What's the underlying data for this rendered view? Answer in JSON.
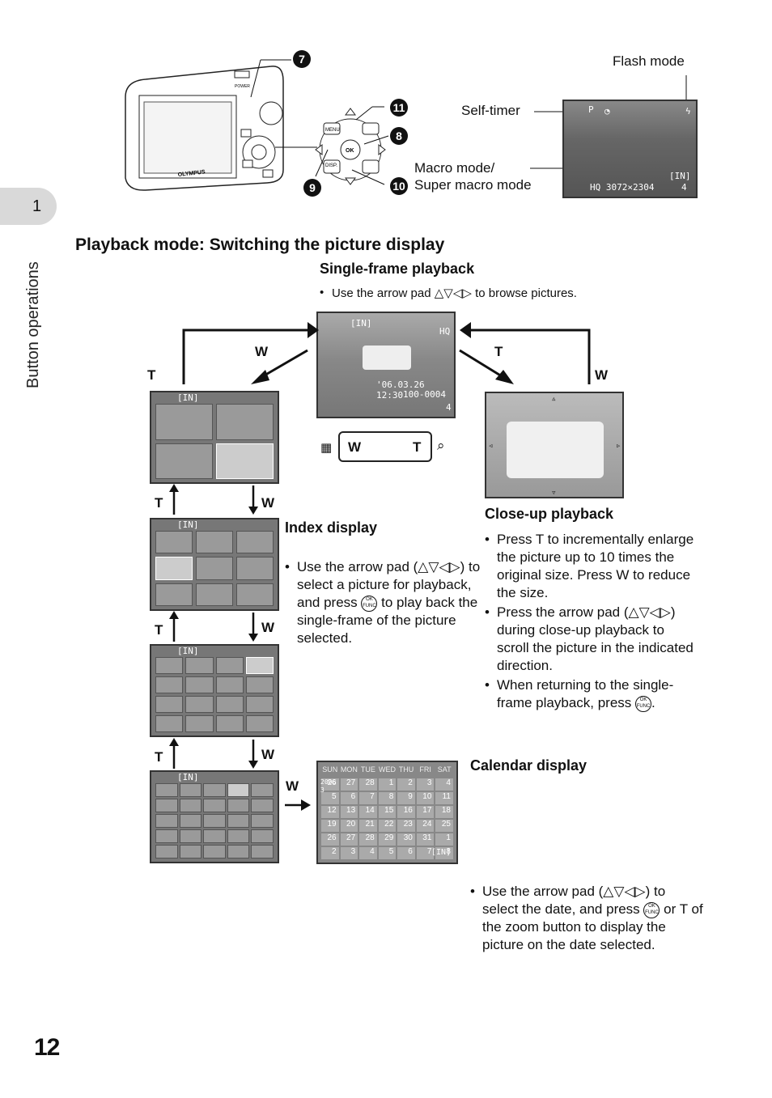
{
  "page": {
    "number": "12"
  },
  "side_tab": {
    "chapter": "1",
    "section": "Button operations"
  },
  "camera_top": {
    "callouts": [
      "7",
      "11",
      "8",
      "9",
      "10"
    ],
    "labels": {
      "flash": "Flash mode",
      "self_timer": "Self-timer",
      "macro_1": "Macro mode/",
      "macro_2": "Super macro mode"
    },
    "brand": "OLYMPUS",
    "power": "POWER",
    "menu_btn": "MENU",
    "disp_btn": "DISP.",
    "ok_btn": "OK",
    "lcd": {
      "mode": "P",
      "size": "HQ 3072×2304",
      "card": "[IN]",
      "count": "4"
    }
  },
  "section_title": "Playback mode: Switching the picture display",
  "single_frame": {
    "title": "Single-frame playback",
    "bullet_pre": "Use the arrow pad",
    "bullet_post": "to browse pictures.",
    "lcd": {
      "card": "[IN]",
      "quality": "HQ",
      "date": "'06.03.26 12:30",
      "file": "100-0004",
      "count": "4"
    }
  },
  "zoom_lever": {
    "w": "W",
    "t": "T"
  },
  "arrows": {
    "t": "T",
    "w": "W"
  },
  "index_display": {
    "title": "Index display",
    "text_1": "Use the arrow pad (",
    "text_2": ") to select a picture for playback, and press",
    "text_3": "to play back the single-frame of the picture selected.",
    "lcd_card": "[IN]"
  },
  "close_up": {
    "title": "Close-up playback",
    "bullet_1": "Press T to incrementally enlarge the picture up to 10 times the original size. Press W to reduce the size.",
    "bullet_2a": "Press the arrow pad (",
    "bullet_2b": ") during close-up playback to scroll the picture in the indicated direction.",
    "bullet_3": "When returning to the single-frame playback, press"
  },
  "calendar": {
    "title": "Calendar display",
    "text_1": "Use the arrow pad (",
    "text_2": ") to select the date, and press",
    "text_3": "or T of the zoom button to display the picture on the date selected.",
    "year": "2006",
    "month": "3",
    "days_header": [
      "SUN",
      "MON",
      "TUE",
      "WED",
      "THU",
      "FRI",
      "SAT"
    ],
    "dates": [
      "26",
      "27",
      "28",
      "1",
      "2",
      "3",
      "4",
      "5",
      "6",
      "7",
      "8",
      "9",
      "10",
      "11",
      "12",
      "13",
      "14",
      "15",
      "16",
      "17",
      "18",
      "19",
      "20",
      "21",
      "22",
      "23",
      "24",
      "25",
      "26",
      "27",
      "28",
      "29",
      "30",
      "31",
      "1",
      "2",
      "3",
      "4",
      "5",
      "6",
      "7",
      "8"
    ],
    "card": "[IN]"
  },
  "ok_glyph": "OK FUNC"
}
